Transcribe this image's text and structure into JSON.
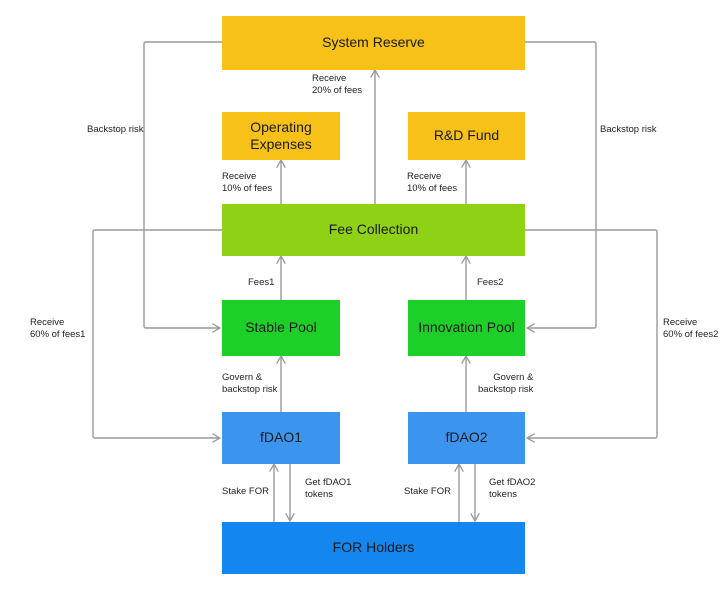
{
  "nodes": {
    "system_reserve": "System Reserve",
    "operating_expenses": "Operating\nExpenses",
    "rd_fund": "R&D Fund",
    "fee_collection": "Fee Collection",
    "stable_pool": "Stable Pool",
    "innovation_pool": "Innovation Pool",
    "fdao1": "fDAO1",
    "fdao2": "fDAO2",
    "for_holders": "FOR Holders"
  },
  "labels": {
    "receive_20": "Receive\n20% of fees",
    "receive_10_left": "Receive\n10% of fees",
    "receive_10_right": "Receive\n10% of fees",
    "backstop_left": "Backstop risk",
    "backstop_right": "Backstop risk",
    "fees1": "Fees1",
    "fees2": "Fees2",
    "receive_60_fees1": "Receive\n60% of fees1",
    "receive_60_fees2": "Receive\n60% of fees2",
    "govern_left": "Govern &\nbackstop risk",
    "govern_right": "Govern &\nbackstop risk",
    "stake_left": "Stake FOR",
    "stake_right": "Stake FOR",
    "get_fdao1": "Get fDAO1\ntokens",
    "get_fdao2": "Get fDAO2\ntokens"
  },
  "colors": {
    "reserve_fund": "#f7c117",
    "fee_collection": "#8fd114",
    "pools": "#1ecf29",
    "fdao": "#3b95ee",
    "holders": "#1386f0",
    "connector": "#9a9a9a"
  }
}
